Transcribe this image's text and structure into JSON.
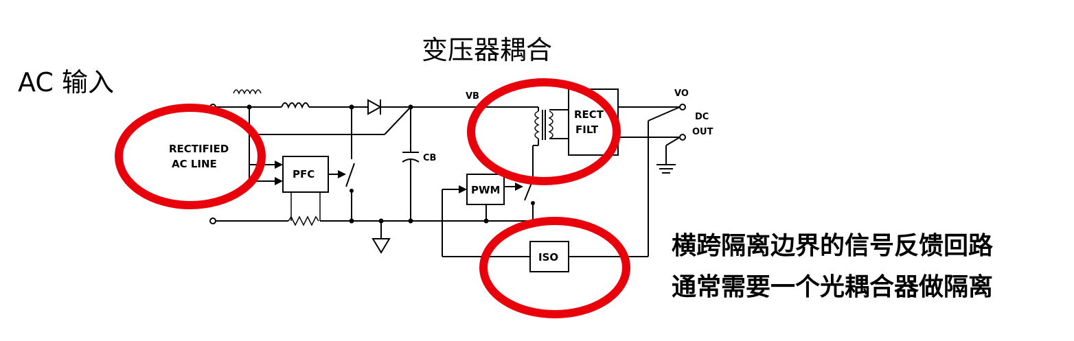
{
  "labels": {
    "ac_input": "AC 输入",
    "transformer_coupling": "变压器耦合",
    "feedback_line1": "横跨隔离边界的信号反馈回路",
    "feedback_line2": "通常需要一个光耦合器做隔离"
  },
  "schematic": {
    "rectified_ac_line_1": "RECTIFIED",
    "rectified_ac_line_2": "AC  LINE",
    "pfc": "PFC",
    "pwm": "PWM",
    "iso": "ISO",
    "rect_1": "RECT",
    "filt_2": "FILT",
    "vb": "VB",
    "vo": "VO",
    "dc": "DC",
    "out": "OUT",
    "cb": "CB"
  },
  "colors": {
    "highlight": "#e8000b",
    "ink": "#000000"
  }
}
